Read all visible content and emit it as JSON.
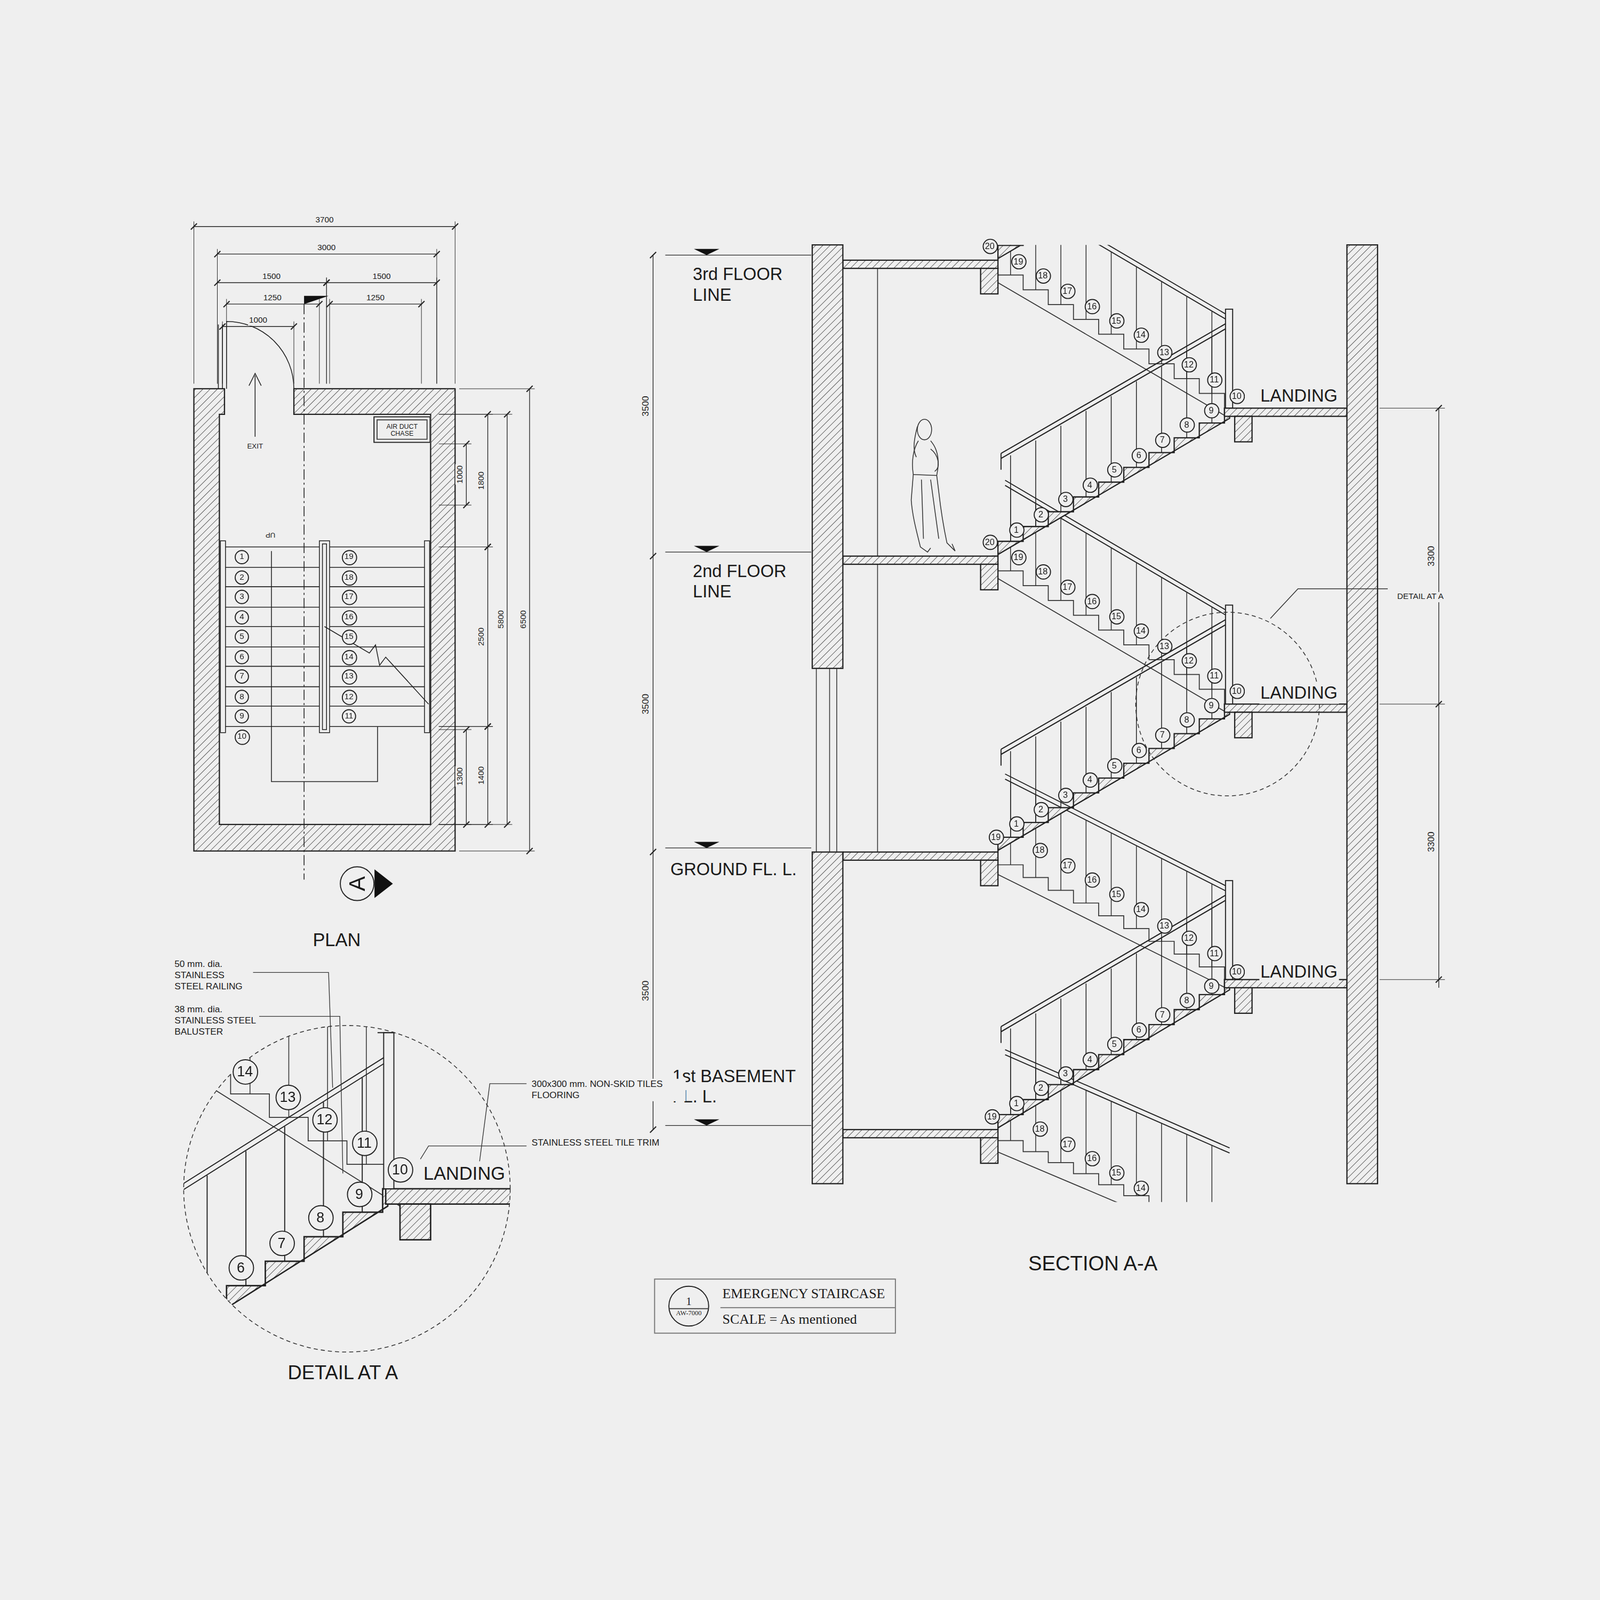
{
  "diagram": {
    "nodes": [
      {
        "text": [
          "AIR DUCT CHASE"
        ]
      },
      {
        "text": [
          "1"
        ]
      },
      {
        "text": [
          "2"
        ]
      },
      {
        "text": [
          "3"
        ]
      },
      {
        "text": [
          "4"
        ]
      },
      {
        "text": [
          "5"
        ]
      },
      {
        "text": [
          "6"
        ]
      },
      {
        "text": [
          "7"
        ]
      },
      {
        "text": [
          "8"
        ]
      },
      {
        "text": [
          "9"
        ]
      },
      {
        "text": [
          "10"
        ]
      },
      {
        "text": [
          "19"
        ]
      },
      {
        "text": [
          "18"
        ]
      },
      {
        "text": [
          "17"
        ]
      },
      {
        "text": [
          "16"
        ]
      },
      {
        "text": [
          "15"
        ]
      },
      {
        "text": [
          "14"
        ]
      },
      {
        "text": [
          "13"
        ]
      },
      {
        "text": [
          "12"
        ]
      },
      {
        "text": [
          "11"
        ]
      },
      {
        "text": [
          "A"
        ]
      },
      {
        "text": [
          "20"
        ]
      },
      {
        "text": [
          "19"
        ]
      },
      {
        "text": [
          "18"
        ]
      },
      {
        "text": [
          "17"
        ]
      },
      {
        "text": [
          "16"
        ]
      },
      {
        "text": [
          "15"
        ]
      },
      {
        "text": [
          "14"
        ]
      },
      {
        "text": [
          "13"
        ]
      },
      {
        "text": [
          "12"
        ]
      },
      {
        "text": [
          "11"
        ]
      },
      {
        "text": [
          "10"
        ]
      },
      {
        "text": [
          "9"
        ]
      },
      {
        "text": [
          "8"
        ]
      },
      {
        "text": [
          "7"
        ]
      },
      {
        "text": [
          "6"
        ]
      },
      {
        "text": [
          "5"
        ]
      },
      {
        "text": [
          "4"
        ]
      },
      {
        "text": [
          "3"
        ]
      },
      {
        "text": [
          "2"
        ]
      },
      {
        "text": [
          "1"
        ]
      },
      {
        "text": [
          "20"
        ]
      },
      {
        "text": [
          "19"
        ]
      },
      {
        "text": [
          "18"
        ]
      },
      {
        "text": [
          "17"
        ]
      },
      {
        "text": [
          "16"
        ]
      },
      {
        "text": [
          "15"
        ]
      },
      {
        "text": [
          "14"
        ]
      },
      {
        "text": [
          "13"
        ]
      },
      {
        "text": [
          "12"
        ]
      },
      {
        "text": [
          "11"
        ]
      },
      {
        "text": [
          "10"
        ]
      },
      {
        "text": [
          "9"
        ]
      },
      {
        "text": [
          "8"
        ]
      },
      {
        "text": [
          "7"
        ]
      },
      {
        "text": [
          "6"
        ]
      },
      {
        "text": [
          "5"
        ]
      },
      {
        "text": [
          "4"
        ]
      },
      {
        "text": [
          "3"
        ]
      },
      {
        "text": [
          "2"
        ]
      },
      {
        "text": [
          "1"
        ]
      },
      {
        "text": [
          "19"
        ]
      },
      {
        "text": [
          "18"
        ]
      },
      {
        "text": [
          "17"
        ]
      },
      {
        "text": [
          "16"
        ]
      },
      {
        "text": [
          "15"
        ]
      },
      {
        "text": [
          "14"
        ]
      },
      {
        "text": [
          "13"
        ]
      },
      {
        "text": [
          "12"
        ]
      },
      {
        "text": [
          "11"
        ]
      },
      {
        "text": [
          "10"
        ]
      },
      {
        "text": [
          "9"
        ]
      },
      {
        "text": [
          "8"
        ]
      },
      {
        "text": [
          "7"
        ]
      },
      {
        "text": [
          "6"
        ]
      },
      {
        "text": [
          "5"
        ]
      },
      {
        "text": [
          "4"
        ]
      },
      {
        "text": [
          "3"
        ]
      },
      {
        "text": [
          "2"
        ]
      },
      {
        "text": [
          "1"
        ]
      },
      {
        "text": [
          "19"
        ]
      },
      {
        "text": [
          "18"
        ]
      },
      {
        "text": [
          "17"
        ]
      },
      {
        "text": [
          "16"
        ]
      },
      {
        "text": [
          "15"
        ]
      },
      {
        "text": [
          "14"
        ]
      },
      {
        "text": [
          "14"
        ]
      },
      {
        "text": [
          "13"
        ]
      },
      {
        "text": [
          "12"
        ]
      },
      {
        "text": [
          "11"
        ]
      },
      {
        "text": [
          "10"
        ]
      },
      {
        "text": [
          "9"
        ]
      },
      {
        "text": [
          "8"
        ]
      },
      {
        "text": [
          "7"
        ]
      },
      {
        "text": [
          "6"
        ]
      },
      {
        "text": [
          "EMERGENCY STAIRCASE",
          "SCALE = As mentioned"
        ]
      },
      {
        "text": [
          "1",
          "AW-7000"
        ],
        "in": 95
      }
    ],
    "labels": [
      "3700",
      "3000",
      "1500",
      "1500",
      "1250",
      "1250",
      "1000",
      "EXIT",
      "UP",
      "1000",
      "1800",
      "2500",
      "5800",
      "6500",
      "1300",
      "1400",
      "PLAN",
      "3rd FLOOR LINE",
      "2nd FLOOR LINE",
      "GROUND FL. L.",
      "1st BASEMENT FL. L.",
      "3500",
      "3500",
      "3500",
      "3300",
      "3300",
      "LANDING",
      "LANDING",
      "LANDING",
      "DETAIL AT A",
      "SECTION A-A",
      "50 mm. dia. STAINLESS STEEL RAILING",
      "38 mm. dia. STAINLESS STEEL BALUSTER",
      "300x300 mm. NON-SKID TILES FLOORING",
      "STAINLESS STEEL TILE TRIM",
      "LANDING",
      "DETAIL AT A"
    ]
  }
}
